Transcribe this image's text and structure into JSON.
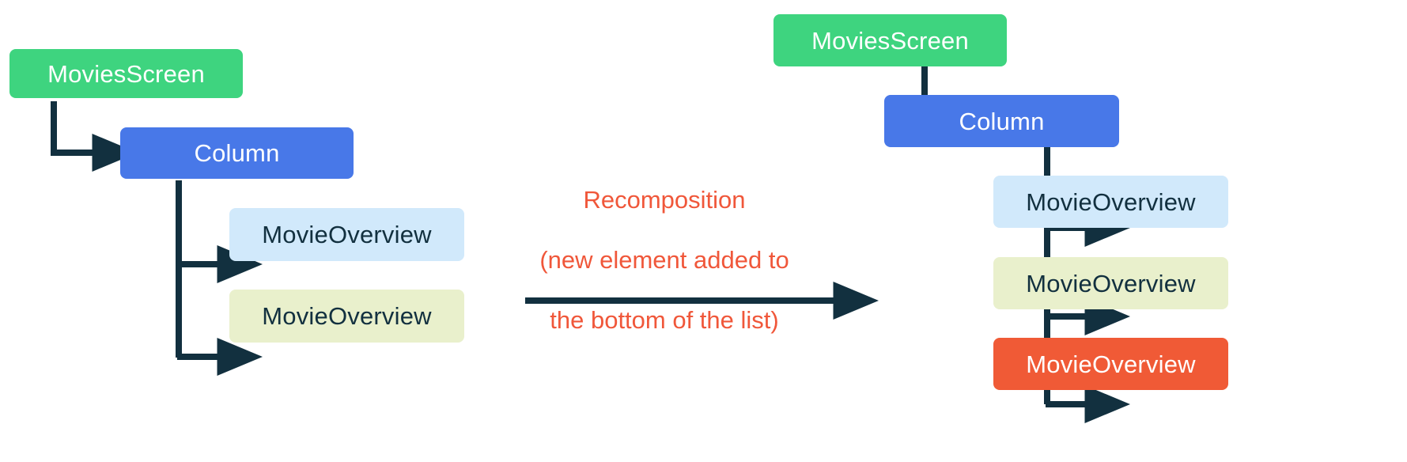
{
  "diagram": {
    "title_text": "Recomposition (new element added to the bottom of the list)",
    "colors": {
      "background": "#ffffff",
      "screen_green": "#3ed47f",
      "column_blue": "#4878e8",
      "overview_blue": "#d1e9fb",
      "overview_olive": "#e9f0cc",
      "overview_orange": "#f05a36",
      "connector_navy": "#12303f",
      "caption_orange": "#f0573a",
      "text_dark": "#12303f",
      "text_light": "#ffffff"
    },
    "before": {
      "name": "before-recomposition-tree",
      "root": {
        "label": "MoviesScreen"
      },
      "container": {
        "label": "Column"
      },
      "children": [
        {
          "label": "MovieOverview",
          "variant": "blue"
        },
        {
          "label": "MovieOverview",
          "variant": "olive"
        }
      ]
    },
    "transition": {
      "name": "recomposition-transition",
      "line1": "Recomposition",
      "line2": "(new element added to",
      "line3": "the bottom of the list)",
      "arrow": "right-arrow"
    },
    "after": {
      "name": "after-recomposition-tree",
      "root": {
        "label": "MoviesScreen"
      },
      "container": {
        "label": "Column"
      },
      "children": [
        {
          "label": "MovieOverview",
          "variant": "blue"
        },
        {
          "label": "MovieOverview",
          "variant": "olive"
        },
        {
          "label": "MovieOverview",
          "variant": "orange"
        }
      ]
    }
  }
}
